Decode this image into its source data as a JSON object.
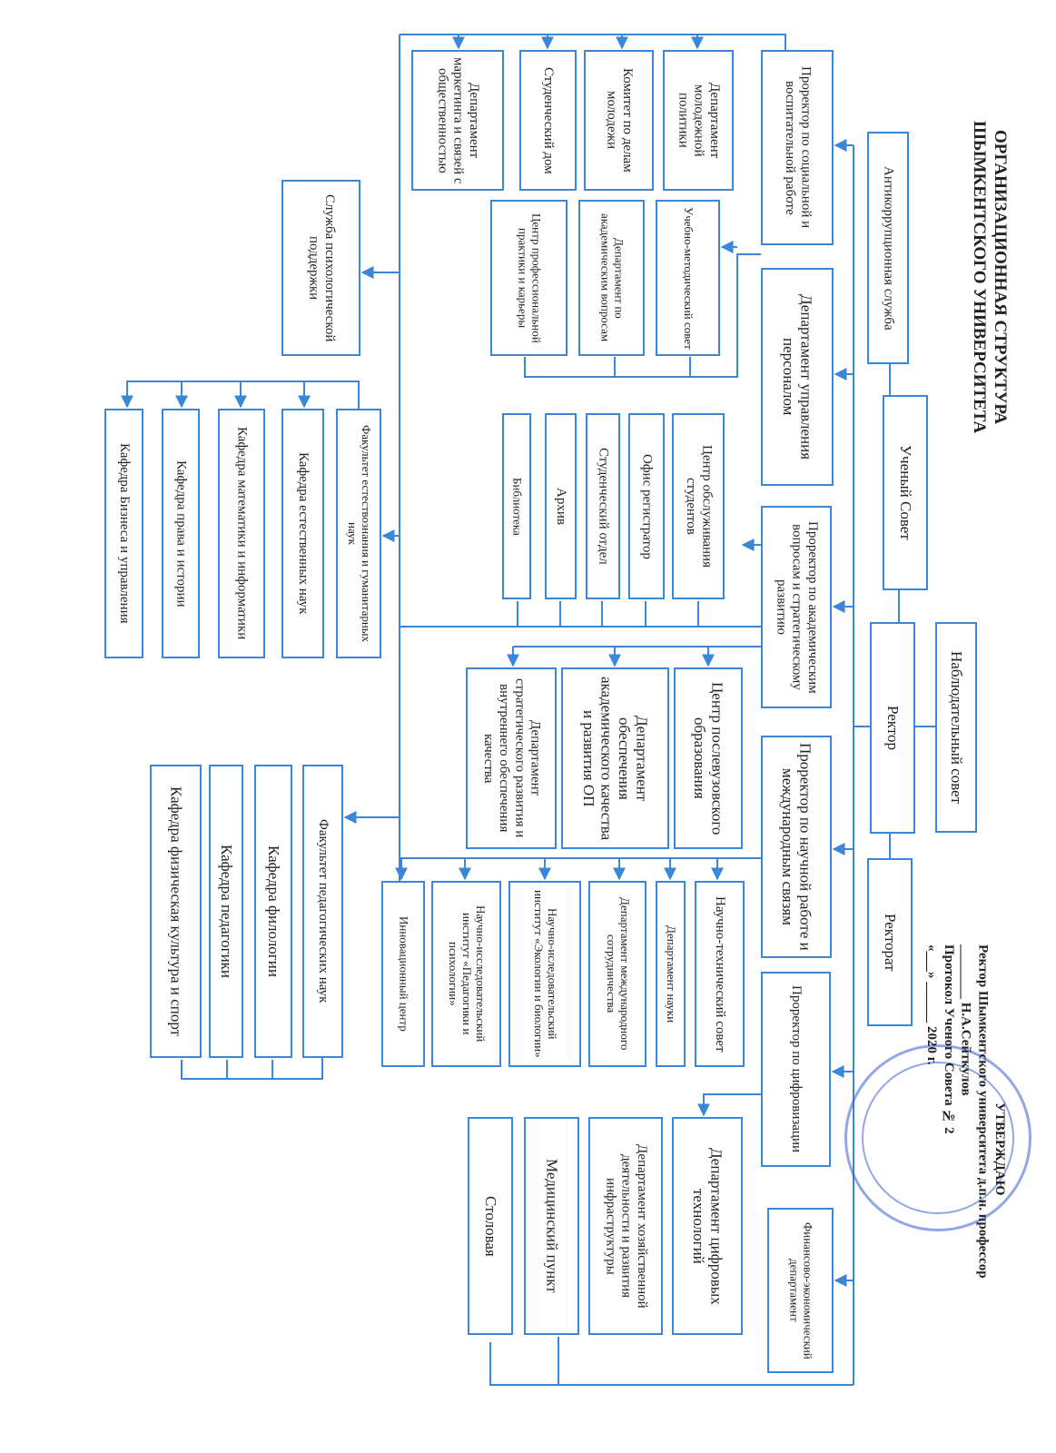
{
  "title": "ОРГАНИЗАЦИОННАЯ СТРУКТУРА ШЫМКЕНТСКОГО УНИВЕРСИТЕТА",
  "approval": {
    "header": "УТВЕРЖДАЮ",
    "line1": "Ректор Шымкентского университета д.п.н. профессор",
    "line2": "________ Н.А.Сейткулов",
    "line3": "Протокол Ученого Совета № 2",
    "line4": "«___» ______ 2020 г."
  },
  "accent_color": "#3a86d8",
  "top": {
    "anticorruption": "Антикоррупционная служба",
    "academic_council": "Ученый Совет",
    "supervisory_board": "Наблюдательный совет",
    "rector": "Ректор",
    "rectorate": "Ректорат"
  },
  "level2": {
    "vp_social": "Проректор по социальной и воспитательной работе",
    "hr": "Департамент управления персоналом",
    "vp_academic": "Проректор по академическим вопросам и стратегическому развитию",
    "vp_science": "Проректор по научной работе и международным связям",
    "vp_digital": "Проректор по цифровизации",
    "finance": "Финансово-экономический департамент"
  },
  "social_units": [
    "Департамент молодежной политики",
    "Комитет по делам молодежи",
    "Студенческий дом",
    "Департамент маркетинга и связей с общественностью"
  ],
  "psych": "Служба психологической поддержки",
  "academic_units_a": [
    "Учебно-методический совет",
    "Департамент по академическим вопросам",
    "Центр профессиональной практики и карьеры"
  ],
  "academic_units_b": [
    "Центр обслуживания студентов",
    "Офис регистратор",
    "Студенческий отдел",
    "Архив",
    "Библиотека"
  ],
  "academic_units_c": [
    "Центр послевузовского образования",
    "Департамент обеспечения академического качества и развития ОП",
    "Департамент стратегического развития и внутреннего обеспечения качества"
  ],
  "faculty_natural": [
    "Факультет естествознания и гуманитарных наук",
    "Кафедра естественных наук",
    "Кафедра математики и информатики",
    "Кафедра права и истории",
    "Кафедра Бизнеса и управления"
  ],
  "science_units": [
    "Научно-технический совет",
    "Департамент науки",
    "Департамент международного сотрудничества",
    "Научно-иследовательский институт «Экологии и биологии»",
    "Научно-исследовательский институт «Педагогики и психологии»",
    "Инновационный центр"
  ],
  "faculty_pedagogy": [
    "Факультет педагогических наук",
    "Кафедра филологии",
    "Кафедра педагогики",
    "Кафедра физическая культура и спорт"
  ],
  "digital_units": [
    "Департамент цифровых технологий",
    "Департамент хозяйственной деятельности и развития инфраструктуры",
    "Медицинский пункт",
    "Столовая"
  ]
}
